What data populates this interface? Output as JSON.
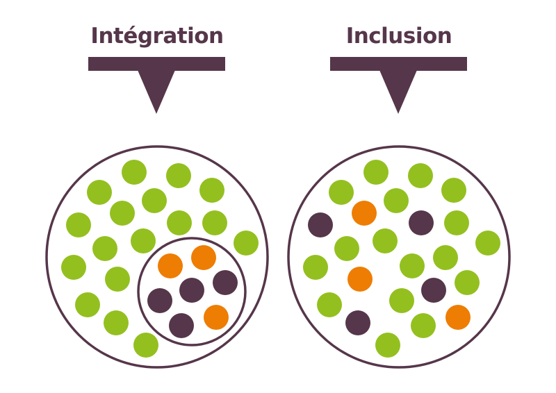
{
  "colors": {
    "frame": "#56364a",
    "green": "#93c01f",
    "orange": "#ee7d03",
    "purple": "#56364a",
    "background": "#ffffff"
  },
  "panels": [
    {
      "id": "integration",
      "title": "Intégration",
      "marker_icon": "funnel-arrow-icon",
      "groups": {
        "outer": {
          "green": 17
        },
        "inner": {
          "orange": 3,
          "purple": 4
        }
      }
    },
    {
      "id": "inclusion",
      "title": "Inclusion",
      "marker_icon": "funnel-arrow-icon",
      "groups": {
        "outer": {
          "green": 17,
          "orange": 3,
          "purple": 4
        }
      }
    }
  ]
}
